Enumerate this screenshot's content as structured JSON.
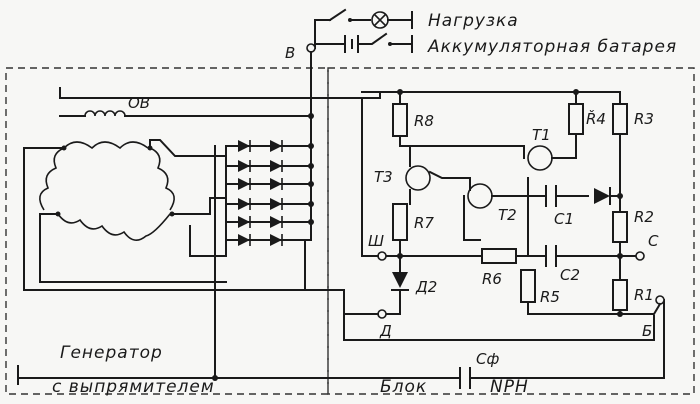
{
  "labels": {
    "load": "Нагрузка",
    "battery": "Аккумуляторная батарея",
    "terminal_b_top": "В",
    "field_winding": "ОВ",
    "generator_line1": "Генератор",
    "generator_line2": "с выпрямителем",
    "block": "Блок",
    "nrn": "NPH",
    "cf": "Сф",
    "r8": "R8",
    "r4": "Ř4",
    "r3": "R3",
    "r7": "R7",
    "r6": "R6",
    "r5": "R5",
    "r2": "R2",
    "r1": "R1",
    "t1": "T1",
    "t2": "T2",
    "t3": "T3",
    "c1": "C1",
    "c2": "C2",
    "d2": "Д2",
    "term_sh": "Ш",
    "term_d": "Д",
    "term_c": "С",
    "term_b_bottom": "Б"
  }
}
